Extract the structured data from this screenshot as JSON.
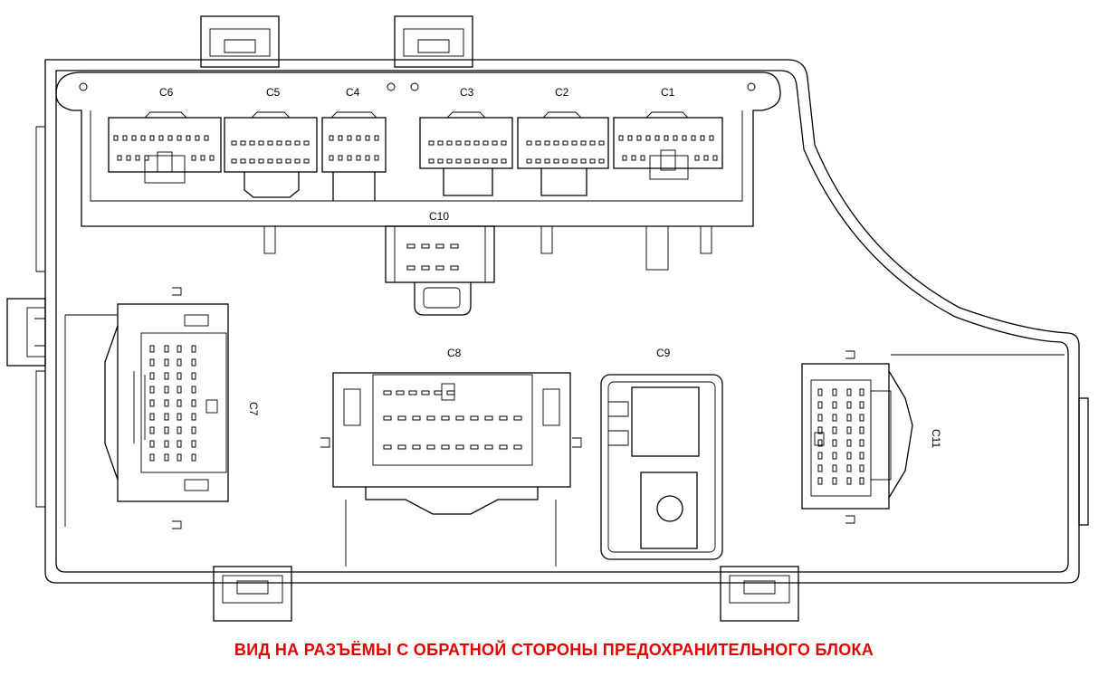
{
  "caption": "ВИД НА РАЗЪЁМЫ С ОБРАТНОЙ СТОРОНЫ ПРЕДОХРАНИТЕЛЬНОГО БЛОКА",
  "colors": {
    "line": "#000000",
    "caption": "#e00000",
    "background": "#ffffff"
  },
  "connectors": {
    "c1": "C1",
    "c2": "C2",
    "c3": "C3",
    "c4": "C4",
    "c5": "C5",
    "c6": "C6",
    "c7": "C7",
    "c8": "C8",
    "c9": "C9",
    "c10": "C10",
    "c11": "C11"
  }
}
